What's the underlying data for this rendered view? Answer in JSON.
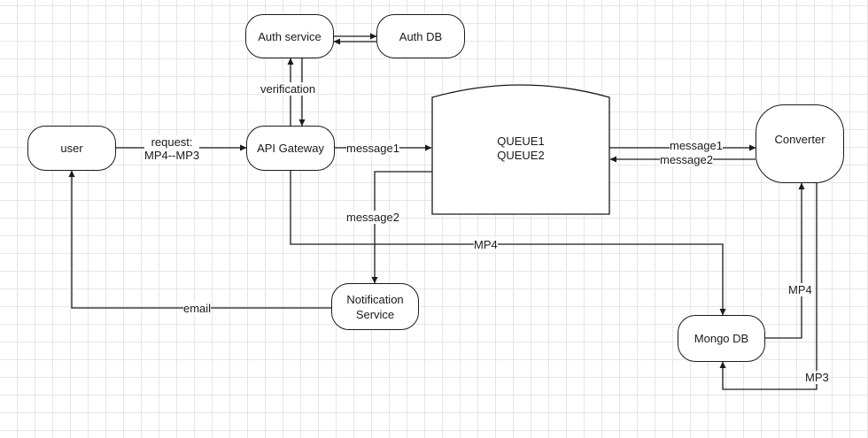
{
  "diagram": {
    "nodes": {
      "user": "user",
      "api_gateway": "API Gateway",
      "auth_service": "Auth service",
      "auth_db": "Auth DB",
      "queue": [
        "QUEUE1",
        "QUEUE2"
      ],
      "converter": "Converter",
      "notification_service": "Notification\nService",
      "mongo_db": "Mongo DB"
    },
    "edges": {
      "request": "request:\nMP4--MP3",
      "verification": "verification",
      "message1_to_queue": "message1",
      "message2_to_notification": "message2",
      "mp4_to_mongo": "MP4",
      "email": "email",
      "message1_to_converter": "message1",
      "message2_from_converter": "message2",
      "mp4_from_mongo": "MP4",
      "mp3_to_mongo": "MP3"
    }
  }
}
